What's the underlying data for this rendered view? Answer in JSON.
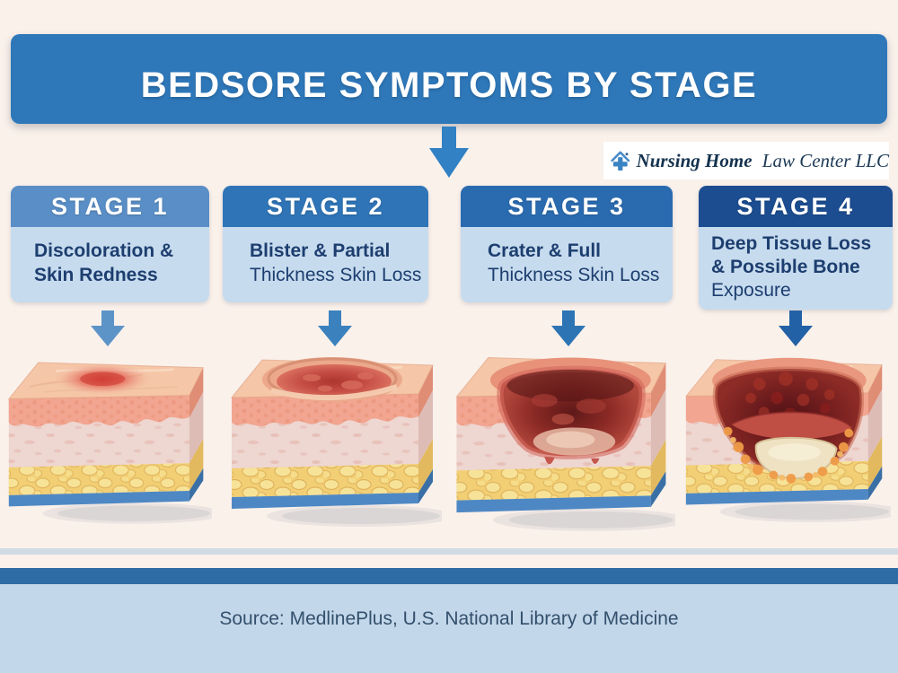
{
  "title_banner": {
    "text": "BEDSORE SYMPTOMS BY STAGE"
  },
  "logo": {
    "icon": "house-medical-cross-icon",
    "name_bold": "Nursing Home",
    "name_regular": "Law Center LLC"
  },
  "stages": [
    {
      "label": "STAGE 1",
      "header_color": "#5a8ec6",
      "arrow_color": "#5d94c8",
      "lines": [
        "Discoloration &",
        "Skin Redness"
      ],
      "illustration": "skin cross-section cube with round red discoloration on intact surface"
    },
    {
      "label": "STAGE 2",
      "header_color": "#2f74b6",
      "arrow_color": "#3b81bd",
      "lines": [
        "Blister & Partial",
        "Thickness Skin Loss"
      ],
      "illustration": "skin cross-section cube with shallow open blister crater in epidermis"
    },
    {
      "label": "STAGE 3",
      "header_color": "#2a6bb0",
      "arrow_color": "#2d74b4",
      "lines": [
        "Crater & Full",
        "Thickness Skin Loss"
      ],
      "illustration": "skin cross-section cube with deep dark red crater through full skin thickness"
    },
    {
      "label": "STAGE 4",
      "header_color": "#1c4d90",
      "arrow_color": "#2361a6",
      "lines": [
        "Deep Tissue Loss",
        "& Possible Bone",
        "Exposure"
      ],
      "illustration": "skin cross-section cube with deep wound through fat exposing bone"
    }
  ],
  "footer": {
    "source_text": "Source: MedlinePlus, U.S. National Library of Medicine"
  },
  "icons": {
    "flow_arrow": "down-arrow-icon",
    "logo_icon": "house-medical-cross-icon"
  },
  "colors": {
    "background": "#faf1eb",
    "banner": "#2e78ba",
    "banner_text": "#ffffff",
    "center_arrow": "#3181c4",
    "card_body": "#c6dbee",
    "card_text": "#1d3e6f",
    "divider_strip": "#cfdae3",
    "footer_bar": "#2d6ca4",
    "footer_bg": "#c3d7ea",
    "footer_text": "#33506c",
    "skin_epidermis": "#f2a590",
    "skin_dermis": "#eed6d1",
    "skin_fat": "#f2cf74",
    "skin_muscle_base": "#4e88c4"
  }
}
